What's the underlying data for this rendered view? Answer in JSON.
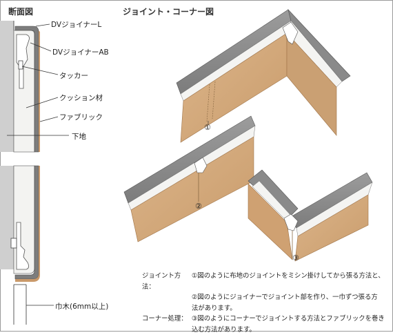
{
  "titles": {
    "section": "断面図",
    "joint_corner": "ジョイント・コーナー図"
  },
  "section_labels": {
    "dv_joiner_l": "DVジョイナーL",
    "dv_joiner_ab": "DVジョイナーAB",
    "tacker": "タッカー",
    "cushion": "クッション材",
    "fabric": "ファブリック",
    "substrate": "下地",
    "baseboard": "巾木(6mm以上)"
  },
  "figure_numbers": {
    "one": "①",
    "two": "②",
    "three": "③"
  },
  "notes": {
    "joint_head": "ジョイント方法：",
    "joint_1a": "①図のように布地のジョイントをミシン掛けしてから張る方法と、",
    "joint_2a": "②図のようにジョイナーでジョイント部を作り、一巾ずつ張る方",
    "joint_2b": "法があります。",
    "corner_head": "コーナー処理：",
    "corner_3a": "③図のようにコーナーでジョイントする方法とファブリックを巻き",
    "corner_3b": "込む方法があります。"
  },
  "colors": {
    "fabric": "#d3aa7d",
    "fabric_edge": "#b88a5a",
    "joiner": "#8e8e8e",
    "cushion": "#f2f2f0",
    "wall": "#d9d9d9"
  }
}
